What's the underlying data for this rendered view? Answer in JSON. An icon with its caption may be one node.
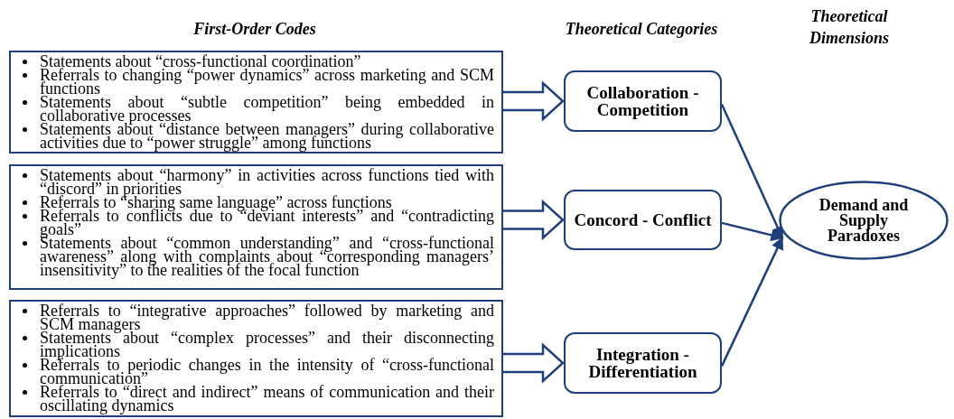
{
  "diagram": {
    "nodes": [
      {
        "text": [
          "Statements about “cross-functional coordination”",
          "Referrals to changing “power dynamics” across marketing and SCM functions",
          "Statements about “subtle competition” being embedded in collaborative processes",
          "Statements about “distance between managers” during collaborative activities due to “power struggle” among functions"
        ]
      },
      {
        "text": [
          "Statements about “harmony” in activities across functions tied with “discord” in priorities",
          "Referrals to “sharing same language” across functions",
          "Referrals to conflicts due to “deviant interests” and “contradicting goals”",
          " Statements about “common understanding” and “cross-functional awareness” along with complaints about “corresponding managers’ insensitivity”  to the realities of the focal function"
        ]
      },
      {
        "text": [
          "Referrals to “integrative approaches” followed by marketing and SCM managers",
          "Statements about “complex processes” and their disconnecting implications",
          "Referrals to periodic changes in the intensity of “cross-functional communication”",
          "Referrals to “direct and indirect” means of communication and their oscillating dynamics"
        ]
      },
      {
        "text": [
          "Collaboration - Competition"
        ]
      },
      {
        "text": [
          "Concord - Conflict"
        ]
      },
      {
        "text": [
          "Integration - Differentiation"
        ]
      },
      {
        "text": [
          "Demand and Supply Paradoxes"
        ]
      }
    ],
    "edges": [
      {
        "from": 0,
        "to": 3,
        "arrow": "to",
        "style": "thick"
      },
      {
        "from": 1,
        "to": 4,
        "arrow": "to",
        "style": "thick"
      },
      {
        "from": 2,
        "to": 5,
        "arrow": "to",
        "style": "thick"
      },
      {
        "from": 3,
        "to": 6,
        "arrow": "to"
      },
      {
        "from": 4,
        "to": 6,
        "arrow": "to"
      },
      {
        "from": 5,
        "to": 6,
        "arrow": "to"
      }
    ],
    "labels": [
      "First-Order Codes",
      "Theoretical Categories",
      "Theoretical Dimensions"
    ]
  }
}
